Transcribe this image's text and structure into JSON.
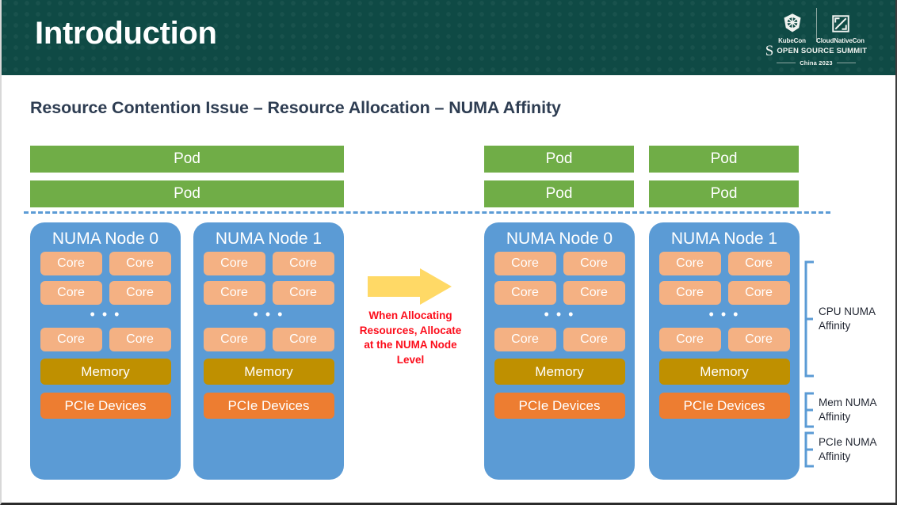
{
  "header": {
    "title": "Introduction",
    "logo": {
      "kubecon_label": "KubeCon",
      "cloudnativecon_label": "CloudNativeCon",
      "oss_mark": "S",
      "oss_label": "OPEN SOURCE SUMMIT",
      "year_label": "China 2023",
      "kubecon_icon": "kubernetes-helm-icon",
      "cloudnativecon_icon": "cncf-square-icon"
    }
  },
  "subtitle": "Resource Contention Issue – Resource Allocation – NUMA Affinity",
  "left_group": {
    "pods": [
      "Pod",
      "Pod"
    ],
    "nodes": [
      {
        "title": "NUMA Node 0",
        "core_rows": [
          [
            "Core",
            "Core"
          ],
          [
            "Core",
            "Core"
          ]
        ],
        "ellipsis": "• • •",
        "core_rows_after": [
          [
            "Core",
            "Core"
          ]
        ],
        "memory": "Memory",
        "pcie": "PCIe Devices"
      },
      {
        "title": "NUMA Node 1",
        "core_rows": [
          [
            "Core",
            "Core"
          ],
          [
            "Core",
            "Core"
          ]
        ],
        "ellipsis": "• • •",
        "core_rows_after": [
          [
            "Core",
            "Core"
          ]
        ],
        "memory": "Memory",
        "pcie": "PCIe Devices"
      }
    ]
  },
  "transition": {
    "arrow_icon": "right-arrow-icon",
    "callout_text": "When Allocating Resources, Allocate at the NUMA Node Level"
  },
  "right_group": {
    "pods": [
      "Pod",
      "Pod"
    ],
    "nodes": [
      {
        "title": "NUMA Node 0",
        "core_rows": [
          [
            "Core",
            "Core"
          ],
          [
            "Core",
            "Core"
          ]
        ],
        "ellipsis": "• • •",
        "core_rows_after": [
          [
            "Core",
            "Core"
          ]
        ],
        "memory": "Memory",
        "pcie": "PCIe Devices"
      },
      {
        "title": "NUMA Node 1",
        "core_rows": [
          [
            "Core",
            "Core"
          ],
          [
            "Core",
            "Core"
          ]
        ],
        "ellipsis": "• • •",
        "core_rows_after": [
          [
            "Core",
            "Core"
          ]
        ],
        "memory": "Memory",
        "pcie": "PCIe Devices"
      }
    ],
    "annotations": [
      {
        "label": "CPU NUMA\nAffinity"
      },
      {
        "label": "Mem NUMA\n Affinity"
      },
      {
        "label": "PCIe NUMA\nAffinity"
      }
    ]
  },
  "colors": {
    "header_bg": "#0f4a45",
    "pod_green": "#70ad47",
    "numa_blue": "#5b9bd5",
    "core_peach": "#f4b183",
    "memory_gold": "#bf9000",
    "pcie_orange": "#ed7d31",
    "arrow_yellow": "#ffd966",
    "callout_red": "#fc0d1b",
    "subtitle_navy": "#2e3d52"
  }
}
